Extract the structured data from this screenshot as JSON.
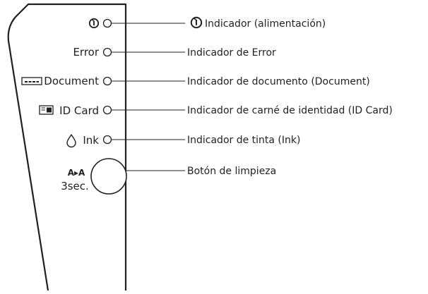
{
  "panel": {
    "labels": {
      "error": "Error",
      "document": "Document",
      "id_card": "ID Card",
      "ink": "Ink",
      "cleaning_top": "A▸A",
      "cleaning_bottom": "3sec."
    }
  },
  "callouts": {
    "power": "Indicador (alimentación)",
    "error": "Indicador de Error",
    "document": "Indicador de documento (Document)",
    "id_card": "Indicador de carné de identidad (ID Card)",
    "ink": "Indicador de tinta (Ink)",
    "cleaning": "Botón de limpieza"
  },
  "colors": {
    "ink": "#231f20",
    "background": "#ffffff"
  }
}
